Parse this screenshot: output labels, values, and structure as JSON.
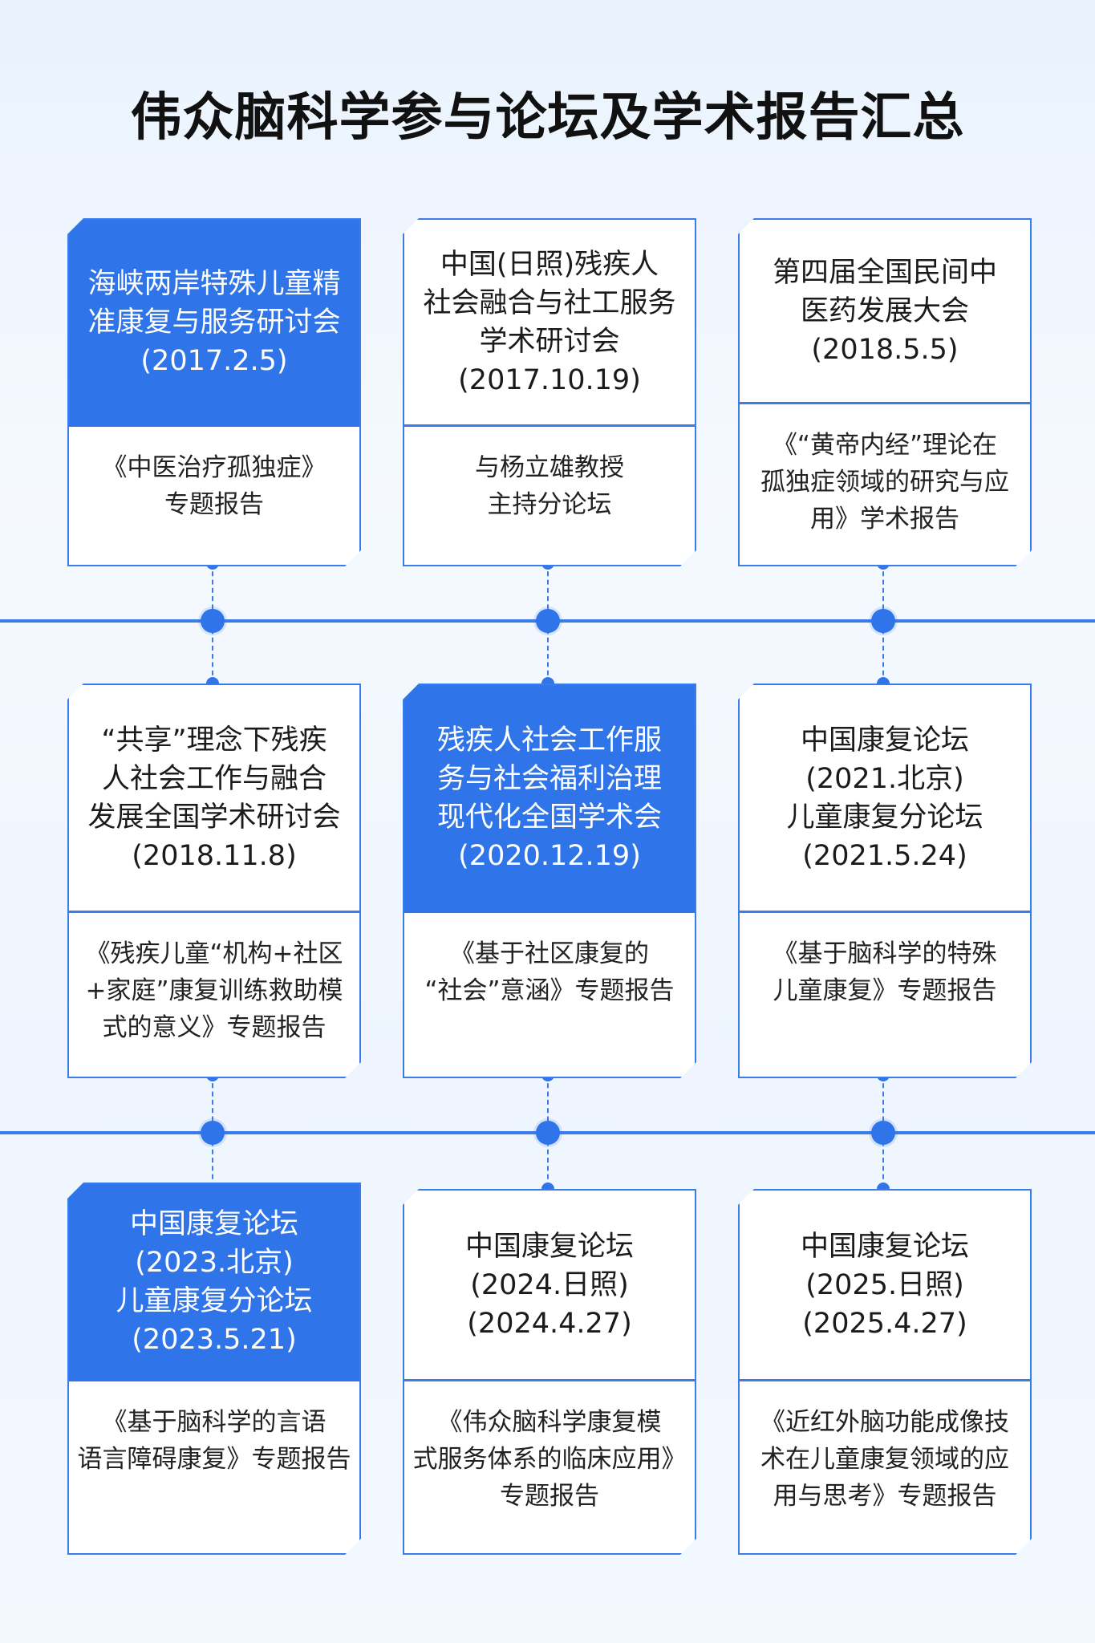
{
  "title": "伟众脑科学参与论坛及学术报告汇总",
  "colors": {
    "accent": "#2f74e8",
    "line": "#3a7cea",
    "card_bg": "#ffffff"
  },
  "events": [
    {
      "title": "海峡两岸特殊儿童精\n准康复与服务研讨会",
      "date": "(2017.2.5)",
      "report": "《中医治疗孤独症》\n专题报告",
      "highlight": true
    },
    {
      "title": "中国(日照)残疾人\n社会融合与社工服务\n学术研讨会",
      "date": "(2017.10.19)",
      "report": "与杨立雄教授\n主持分论坛",
      "highlight": false
    },
    {
      "title": "第四届全国民间中\n医药发展大会",
      "date": "(2018.5.5)",
      "report": "《“黄帝内经”理论在\n孤独症领域的研究与应\n用》学术报告",
      "highlight": false
    },
    {
      "title": "“共享”理念下残疾\n人社会工作与融合\n发展全国学术研讨会",
      "date": "(2018.11.8)",
      "report": "《残疾儿童“机构+社区\n+家庭”康复训练救助模\n式的意义》专题报告",
      "highlight": false
    },
    {
      "title": "残疾人社会工作服\n务与社会福利治理\n现代化全国学术会",
      "date": "(2020.12.19)",
      "report": "《基于社区康复的\n“社会”意涵》专题报告",
      "highlight": true
    },
    {
      "title": "中国康复论坛\n(2021.北京)\n儿童康复分论坛",
      "date": "(2021.5.24)",
      "report": "《基于脑科学的特殊\n儿童康复》专题报告",
      "highlight": false
    },
    {
      "title": "中国康复论坛\n(2023.北京)\n儿童康复分论坛",
      "date": "(2023.5.21)",
      "report": "《基于脑科学的言语\n语言障碍康复》专题报告",
      "highlight": true
    },
    {
      "title": "中国康复论坛\n(2024.日照)",
      "date": "(2024.4.27)",
      "report": "《伟众脑科学康复模\n式服务体系的临床应用》\n专题报告",
      "highlight": false
    },
    {
      "title": "中国康复论坛\n(2025.日照)",
      "date": "(2025.4.27)",
      "report": "《近红外脑功能成像技\n术在儿童康复领域的应\n用与思考》专题报告",
      "highlight": false
    }
  ]
}
